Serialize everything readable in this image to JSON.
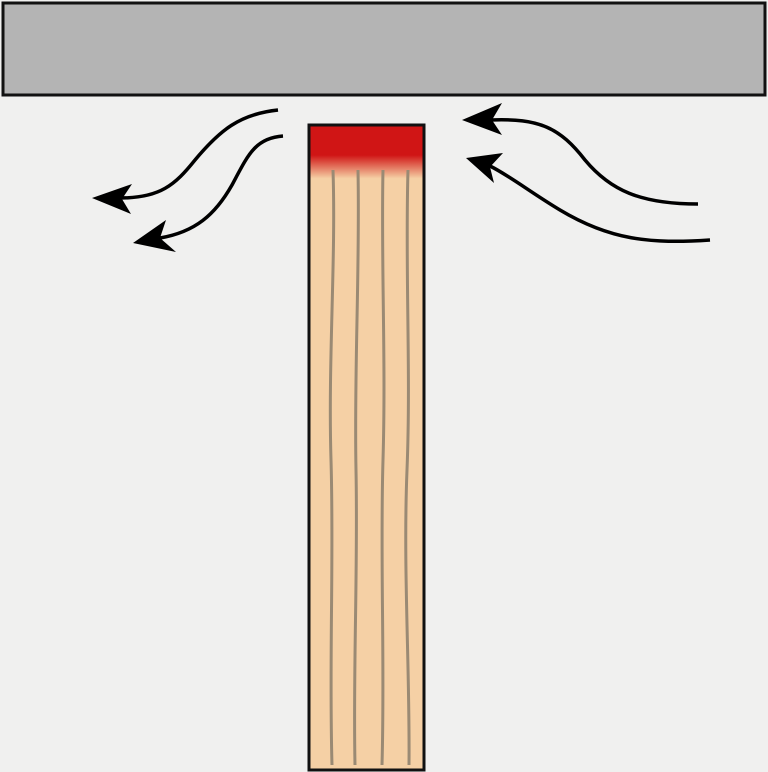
{
  "colors": {
    "background": "#f0f0ef",
    "plate": "#b4b4b4",
    "wood": "#f5d0a5",
    "wood_grain": "#9a8a74",
    "heated_tip": "#d01515",
    "outline": "#111111",
    "arrow": "#000000"
  },
  "diagram": {
    "elements": [
      {
        "name": "top-plate",
        "shape": "gray-horizontal-plate"
      },
      {
        "name": "wooden-stick",
        "shape": "vertical-wood-strip"
      },
      {
        "name": "heated-tip",
        "shape": "red-hot-end"
      },
      {
        "name": "airflow-in",
        "direction": "right-to-left",
        "arrow_count": 2
      },
      {
        "name": "airflow-out",
        "direction": "right-to-left",
        "arrow_count": 2
      }
    ]
  }
}
